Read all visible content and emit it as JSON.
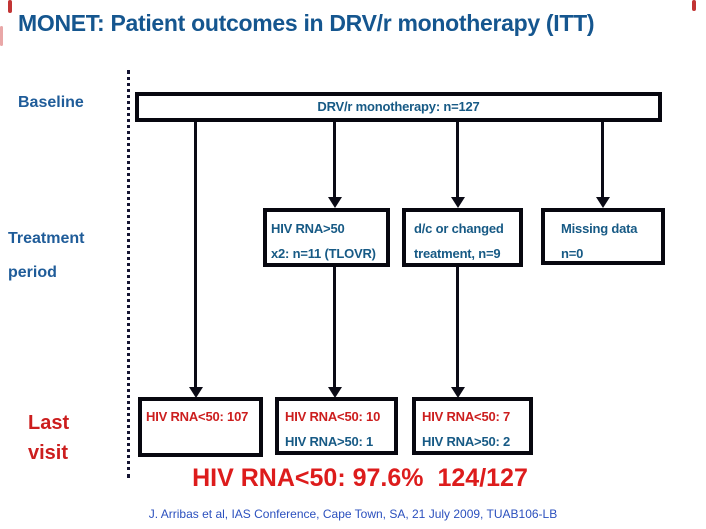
{
  "slide": {
    "title": "MONET: Patient outcomes in DRV/r monotherapy (ITT)",
    "summary_label": "HIV RNA<50: 97.6%",
    "summary_fraction": "124/127",
    "footer": "J. Arribas et al, IAS Conference, Cape Town, SA, 21 July 2009, TUAB106-LB"
  },
  "stage_labels": {
    "baseline": "Baseline",
    "treatment_line1": "Treatment",
    "treatment_line2": "period",
    "last_line1": "Last",
    "last_line2": "visit"
  },
  "flow": {
    "top_box": "DRV/r monotherapy: n=127",
    "middle_boxes": [
      {
        "line1": "HIV RNA>50",
        "line2": "x2: n=11 (TLOVR)"
      },
      {
        "line1": "d/c or changed",
        "line2": "treatment, n=9"
      },
      {
        "line1": "Missing data",
        "line2": "n=0"
      }
    ],
    "bottom_boxes": [
      {
        "line1": "HIV RNA<50: 107",
        "line2": ""
      },
      {
        "line1": "HIV RNA<50: 10",
        "line2": "HIV RNA>50: 1"
      },
      {
        "line1": "HIV RNA<50: 7",
        "line2": "HIV RNA>50: 2"
      }
    ]
  },
  "colors": {
    "title_blue": "#15568F",
    "label_blue": "#1F5C99",
    "box_text_blue": "#175A85",
    "result_red": "#CC1E1E",
    "summary_red": "#DD1C1C",
    "footer_blue": "#2B50BE",
    "connector_black": "#0B0B16"
  }
}
